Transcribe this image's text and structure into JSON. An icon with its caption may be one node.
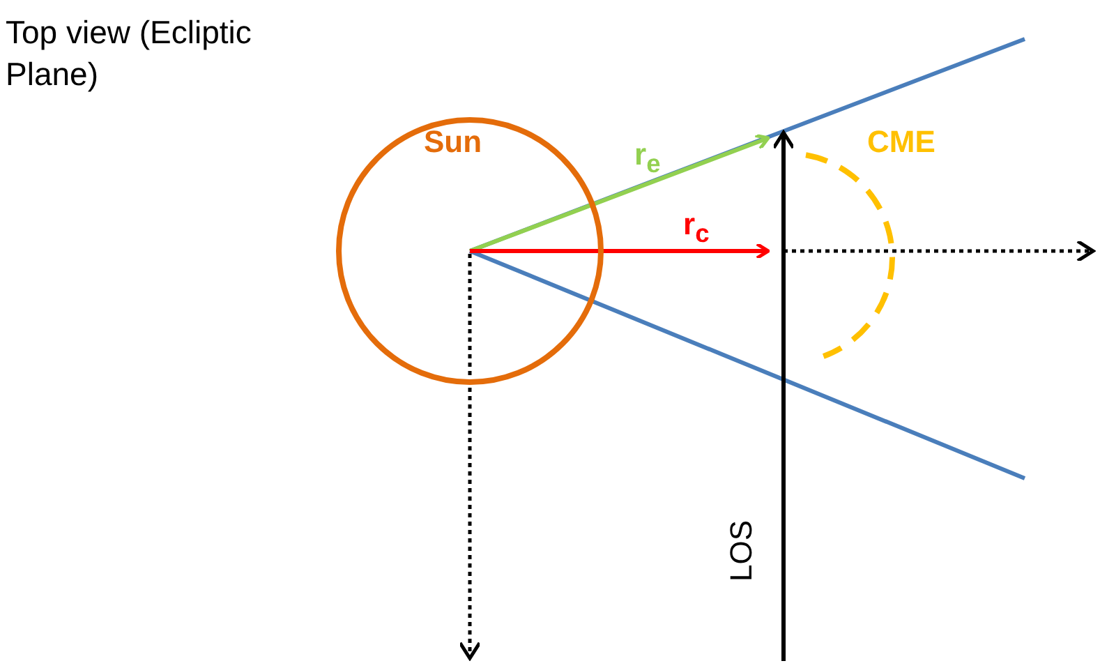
{
  "diagram": {
    "nodes": [
      {
        "text": [
          "Sun"
        ]
      },
      {
        "text": [
          "CME"
        ]
      }
    ],
    "labels": [
      "Top view (Ecliptic Plane)",
      "r$_{e}$",
      "r$_{c}$",
      "LOS"
    ]
  }
}
